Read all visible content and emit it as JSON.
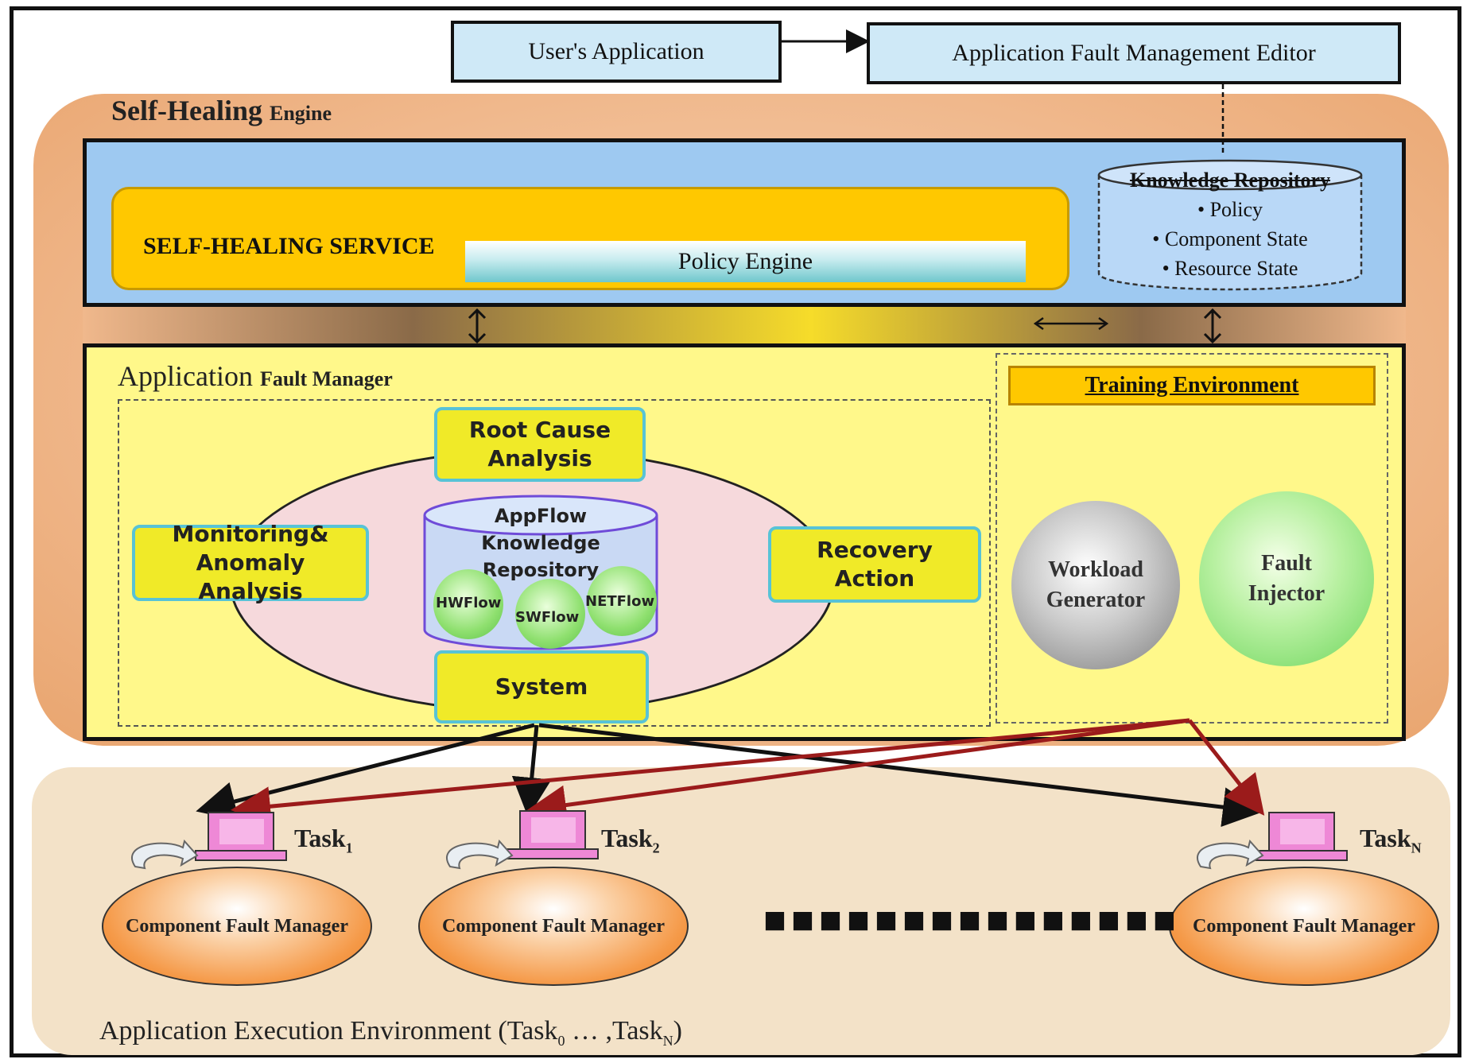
{
  "top": {
    "users_application": "User's Application",
    "editor": "Application Fault Management Editor"
  },
  "engine": {
    "label_main": "Self-Healing",
    "label_small": "Engine"
  },
  "service": {
    "label": "SELF-HEALING SERVICE",
    "policy_engine": "Policy Engine"
  },
  "knowledge_repository": {
    "title": "Knowledge Repository",
    "items": [
      "• Policy",
      "• Component State",
      "• Resource State"
    ]
  },
  "fault_manager": {
    "label_main": "Application",
    "label_small": "Fault Manager",
    "root_cause_line1": "Root Cause",
    "root_cause_line2": "Analysis",
    "monitoring_line1": "Monitoring& Anomaly",
    "monitoring_line2": "Analysis",
    "recovery_line1": "Recovery",
    "recovery_line2": "Action",
    "system": "System",
    "appflow_line1": "AppFlow",
    "appflow_line2": "Knowledge Repository",
    "flows": [
      "HWFlow",
      "SWFlow",
      "NETFlow"
    ]
  },
  "training": {
    "title": "Training Environment",
    "workload_line1": "Workload",
    "workload_line2": "Generator",
    "fault_line1": "Fault",
    "fault_line2": "Injector"
  },
  "execution": {
    "tasks": [
      {
        "base": "Task",
        "sub": "1"
      },
      {
        "base": "Task",
        "sub": "2"
      },
      {
        "base": "Task",
        "sub": "N"
      }
    ],
    "component": "Component Fault Manager",
    "dots": "■■■■■■■■■■■■■■■",
    "label_prefix": "Application Execution Environment",
    "label_formula_start": "(Task",
    "label_sub_0": "0",
    "label_formula_mid": " … ,Task",
    "label_sub_n": "N",
    "label_formula_end": ")"
  },
  "colors": {
    "engine_bg": "#f0b88c",
    "service_panel": "#9ec9f1",
    "self_healing_service": "#ffc800",
    "fault_manager_panel": "#fff88a",
    "arrow_red": "#9b1b1b",
    "monitor_pink": "#e67ad0"
  }
}
